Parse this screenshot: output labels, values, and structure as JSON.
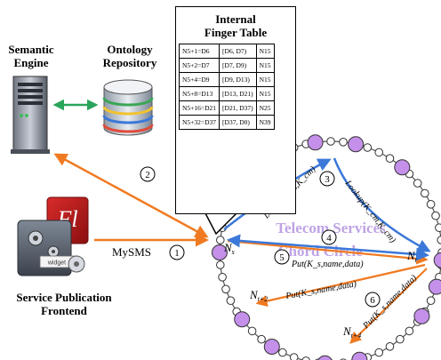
{
  "labels": {
    "semantic_engine": [
      "Semantic",
      "Engine"
    ],
    "ontology_repository": [
      "Ontology",
      "Repository"
    ],
    "service_publication": [
      "Service Publication",
      "Frontend"
    ],
    "mysms": "MySMS",
    "widget": "widget",
    "telecom_services": "Telecom Services",
    "chord_circle": "Chord Circle",
    "node_s": "N",
    "node_s_sub": "s",
    "node_t": "N",
    "node_t_sub": "t",
    "node_t2": "N",
    "node_t2_sub": "t+2",
    "node_t4": "N",
    "node_t4_sub": "t+4"
  },
  "steps": [
    "1",
    "2",
    "3",
    "4",
    "5",
    "6"
  ],
  "messages": {
    "lookup_up": "Lookup(K_s,K_cm)",
    "lookup_down": "Lookup(K_cm,K_cm)",
    "put1": "Put(K_s,name,data)",
    "put2": "Put(K_s,name,data)",
    "put3": "Put(K_s,name,data)"
  },
  "finger_table": {
    "title": [
      "Internal",
      "Finger Table"
    ],
    "rows": [
      [
        "N5+1=D6",
        "[D6, D7)",
        "N15"
      ],
      [
        "N5+2=D7",
        "[D7, D9)",
        "N15"
      ],
      [
        "N5+4=D9",
        "[D9, D13)",
        "N15"
      ],
      [
        "N5+8=D13",
        "[D13, D21)",
        "N15"
      ],
      [
        "N5+16=D21",
        "[D21, D37)",
        "N25"
      ],
      [
        "N5+32=D37",
        "[D37, D0)",
        "N39"
      ]
    ]
  },
  "colors": {
    "orange": "#f07a21",
    "blue": "#3b78d8",
    "green": "#2aa55c",
    "purple_node": "#c490ea",
    "watermark": "#b393e0"
  }
}
